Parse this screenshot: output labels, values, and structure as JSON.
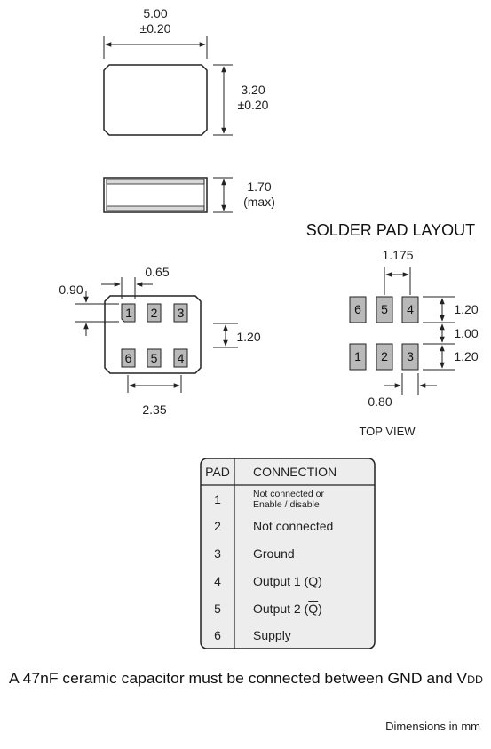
{
  "top_view_dims": {
    "length": "5.00",
    "length_tol": "±0.20",
    "width": "3.20",
    "width_tol": "±0.20"
  },
  "side_view_dims": {
    "height": "1.70",
    "height_note": "(max)"
  },
  "bottom_view": {
    "pad_pitch": "0.65",
    "pad_edge": "0.90",
    "pad_row_spacing": "1.20",
    "pad_span": "2.35",
    "top_row": [
      "1",
      "2",
      "3"
    ],
    "bottom_row": [
      "6",
      "5",
      "4"
    ]
  },
  "solder_pad_layout": {
    "title": "SOLDER PAD LAYOUT",
    "pitch": "1.175",
    "pad_height_top": "1.20",
    "gap": "1.00",
    "pad_height_bottom": "1.20",
    "pad_width": "0.80",
    "view_label": "TOP VIEW",
    "top_row": [
      "6",
      "5",
      "4"
    ],
    "bottom_row": [
      "1",
      "2",
      "3"
    ]
  },
  "pad_table": {
    "header_pad": "PAD",
    "header_connection": "CONNECTION",
    "rows": [
      {
        "pad": "1",
        "line1": "Not connected or",
        "line2": "Enable / disable"
      },
      {
        "pad": "2",
        "connection": "Not connected"
      },
      {
        "pad": "3",
        "connection": "Ground"
      },
      {
        "pad": "4",
        "connection": "Output 1 (Q)"
      },
      {
        "pad": "5",
        "connection_pre": "Output 2 (",
        "connection_bar": "Q",
        "connection_post": ")"
      },
      {
        "pad": "6",
        "connection": "Supply"
      }
    ]
  },
  "note": {
    "text": "A 47nF ceramic capacitor must be connected between GND and V",
    "subscript": "DD"
  },
  "units_note": "Dimensions in mm",
  "colors": {
    "pad_fill": "#b9b9b9",
    "body_stroke": "#222222",
    "table_fill": "#ededed"
  }
}
